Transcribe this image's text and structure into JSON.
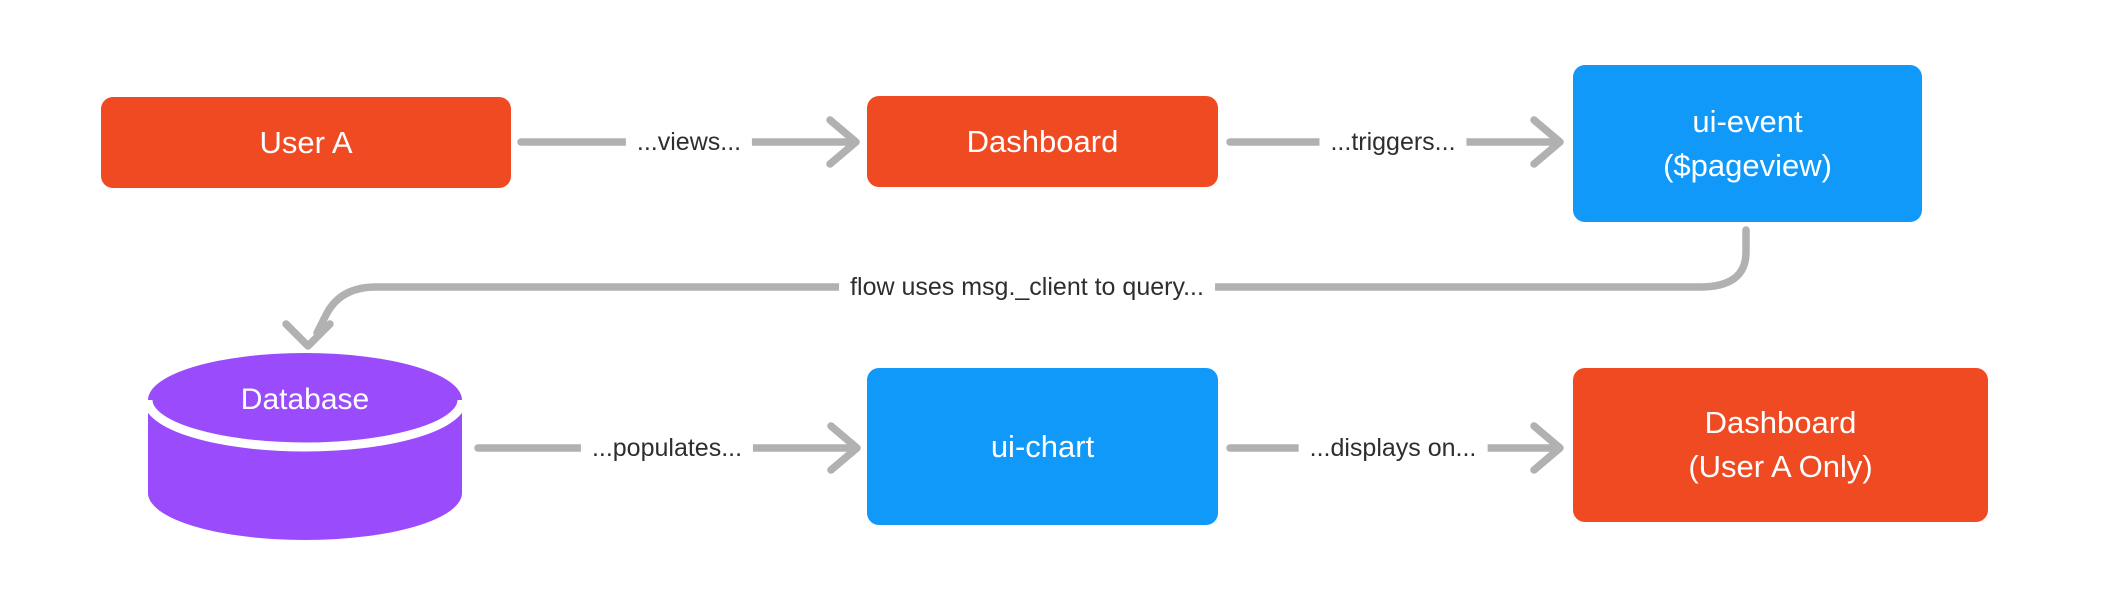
{
  "nodes": {
    "user_a": {
      "label": "User A",
      "shape": "rectangle",
      "color": "#F04A23"
    },
    "dashboard": {
      "label": "Dashboard",
      "shape": "rectangle",
      "color": "#F04A23"
    },
    "ui_event": {
      "label_line1": "ui-event",
      "label_line2": "($pageview)",
      "shape": "rectangle",
      "color": "#1199FA"
    },
    "database": {
      "label": "Database",
      "shape": "cylinder",
      "color": "#9A4CFC"
    },
    "ui_chart": {
      "label": "ui-chart",
      "shape": "rectangle",
      "color": "#1199FA"
    },
    "dashboard_user_a": {
      "label_line1": "Dashboard",
      "label_line2": "(User A Only)",
      "shape": "rectangle",
      "color": "#F04A23"
    }
  },
  "edges": {
    "views": {
      "label": "...views...",
      "from": "user_a",
      "to": "dashboard"
    },
    "triggers": {
      "label": "...triggers...",
      "from": "dashboard",
      "to": "ui_event"
    },
    "query": {
      "label": "flow uses msg._client to query...",
      "from": "ui_event",
      "to": "database"
    },
    "populates": {
      "label": "...populates...",
      "from": "database",
      "to": "ui_chart"
    },
    "displays_on": {
      "label": "...displays on...",
      "from": "ui_chart",
      "to": "dashboard_user_a"
    }
  },
  "colors": {
    "background": "#FFFFFF",
    "node_orange": "#F04A23",
    "node_blue": "#1199FA",
    "node_purple": "#9A4CFC",
    "node_text": "#FFFFFF",
    "connector": "#B1B1B1",
    "edge_label_text": "#2E2E2E"
  }
}
